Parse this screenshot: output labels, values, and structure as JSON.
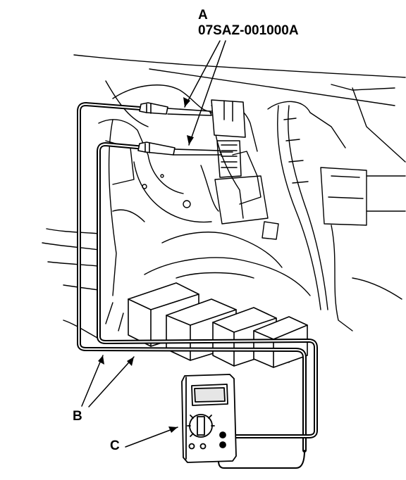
{
  "callouts": {
    "a": {
      "letter": "A",
      "part_number": "07SAZ-001000A"
    },
    "b": {
      "letter": "B"
    },
    "c": {
      "letter": "C"
    }
  },
  "colors": {
    "ink": "#000000",
    "paper": "#ffffff",
    "shade": "#e6e6e6"
  },
  "icons": [
    "back-probe-tool-icon",
    "multimeter-icon",
    "test-lead-icon"
  ]
}
